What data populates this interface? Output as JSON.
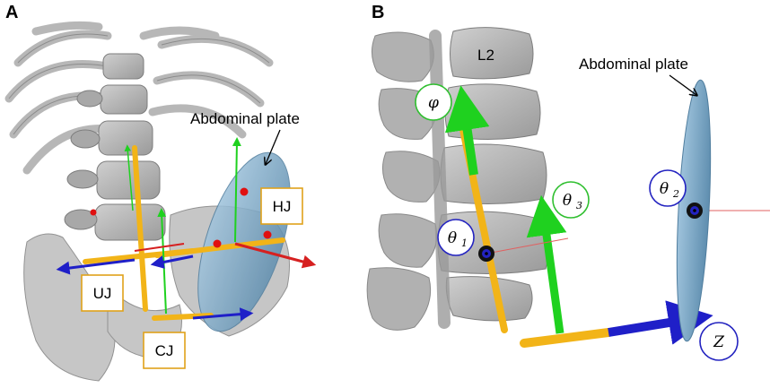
{
  "panels": [
    {
      "letter": "A",
      "callout": "Abdominal plate",
      "joint_labels": {
        "uj": "UJ",
        "hj": "HJ",
        "cj": "CJ"
      }
    },
    {
      "letter": "B",
      "vertebra_label": "L2",
      "callout": "Abdominal plate",
      "symbols": {
        "phi": "φ",
        "theta": "θ",
        "theta1_sub": "1",
        "theta2_sub": "2",
        "theta3_sub": "3",
        "z": "Z"
      }
    }
  ],
  "colors": {
    "bone": "#b9b9b9",
    "bone_dark": "#8c8c8c",
    "plate": "#7fa9c6",
    "rod": "#f2b418",
    "axis_green": "#1fd11f",
    "axis_blue": "#1f1fc8",
    "axis_red": "#d62020",
    "box_border": "#e0a21a",
    "circle_green": "#2fbf2f",
    "circle_blue": "#2323c0"
  }
}
